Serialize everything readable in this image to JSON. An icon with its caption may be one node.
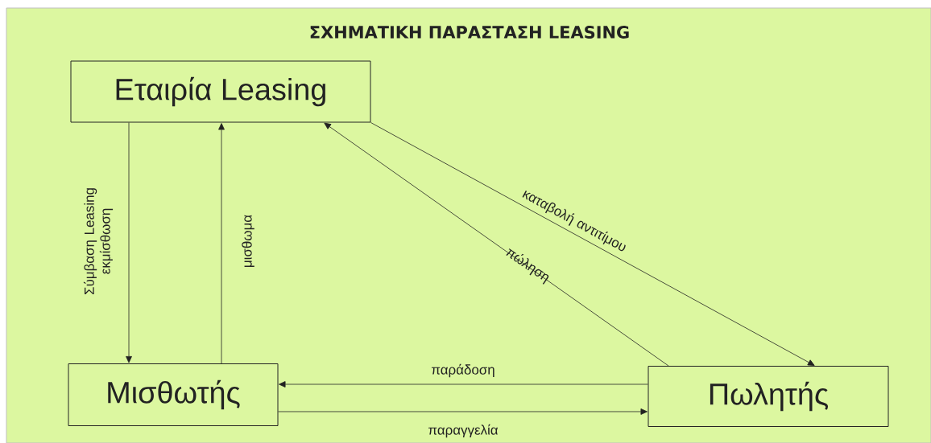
{
  "diagram": {
    "title": "ΣΧΗΜΑΤΙΚΗ ΠΑΡΑΣΤΑΣΗ LEASING",
    "nodes": [
      {
        "text": [
          "Εταιρία Leasing"
        ]
      },
      {
        "text": [
          "Μισθωτής"
        ]
      },
      {
        "text": [
          "Πωλητής"
        ]
      }
    ],
    "edges": [
      {
        "from": 0,
        "to": 1,
        "arrow": "to",
        "label": "Σύμβαση Leasing εκμίσθωση"
      },
      {
        "from": 1,
        "to": 0,
        "arrow": "to",
        "label": "μισθωμα"
      },
      {
        "from": 2,
        "to": 0,
        "arrow": "to",
        "label": "πώληση"
      },
      {
        "from": 0,
        "to": 2,
        "arrow": "to",
        "label": "καταβολή αντιτίμου"
      },
      {
        "from": 2,
        "to": 1,
        "arrow": "to",
        "label": "παράδοση"
      },
      {
        "from": 1,
        "to": 2,
        "arrow": "to",
        "label": "παραγγελία"
      }
    ]
  }
}
